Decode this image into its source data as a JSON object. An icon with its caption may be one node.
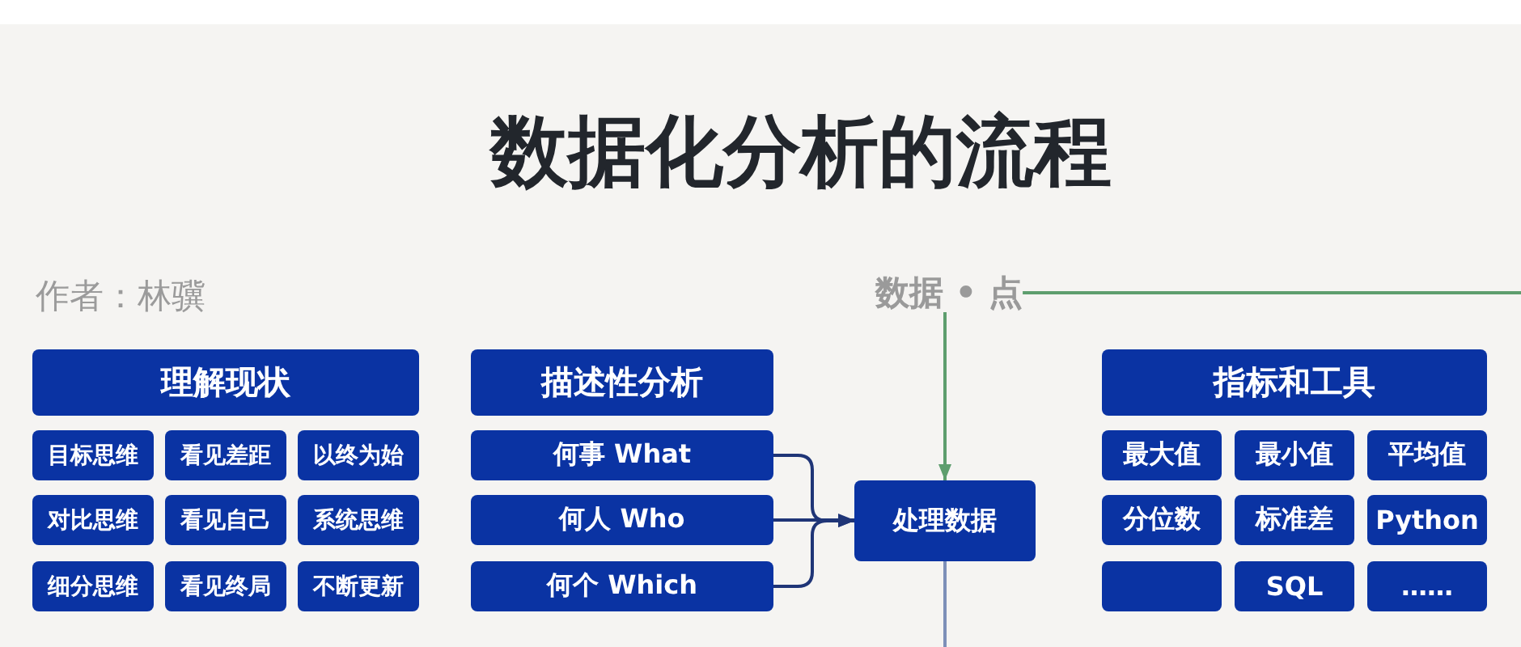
{
  "diagram": {
    "title": "数据化分析的流程",
    "nodes": [
      {
        "text": [
          "数据 • 点"
        ]
      },
      {
        "text": [
          "理解现状"
        ]
      },
      {
        "text": [
          "目标思维"
        ]
      },
      {
        "text": [
          "看见差距"
        ]
      },
      {
        "text": [
          "以终为始"
        ]
      },
      {
        "text": [
          "对比思维"
        ]
      },
      {
        "text": [
          "看见自己"
        ]
      },
      {
        "text": [
          "系统思维"
        ]
      },
      {
        "text": [
          "细分思维"
        ]
      },
      {
        "text": [
          "看见终局"
        ]
      },
      {
        "text": [
          "不断更新"
        ]
      },
      {
        "text": [
          "描述性分析"
        ]
      },
      {
        "text": [
          "何事 What"
        ]
      },
      {
        "text": [
          "何人 Who"
        ]
      },
      {
        "text": [
          "何个 Which"
        ]
      },
      {
        "text": [
          "处理数据"
        ]
      },
      {
        "text": [
          "指标和工具"
        ]
      },
      {
        "text": [
          "最大值"
        ]
      },
      {
        "text": [
          "最小值"
        ]
      },
      {
        "text": [
          "平均值"
        ]
      },
      {
        "text": [
          "分位数"
        ]
      },
      {
        "text": [
          "标准差"
        ]
      },
      {
        "text": [
          "Python"
        ]
      },
      {
        "text": [],
        "shape": "box"
      },
      {
        "text": [
          "SQL"
        ]
      },
      {
        "text": [
          "……"
        ]
      }
    ],
    "edges": [
      {
        "from": 12,
        "to": 15,
        "arrow": "to"
      },
      {
        "from": 13,
        "to": 15,
        "arrow": "to"
      },
      {
        "from": 14,
        "to": 15,
        "arrow": "to"
      },
      {
        "from": 0,
        "to": 15,
        "arrow": "to",
        "color": "#5e9e6e"
      },
      {
        "from": 0,
        "to": null,
        "arrow": "none",
        "color": "#5e9e6e"
      },
      {
        "from": 15,
        "to": null,
        "arrow": "none",
        "color": "#7d8fb8"
      }
    ],
    "labels": [
      "作者：林骥"
    ]
  }
}
